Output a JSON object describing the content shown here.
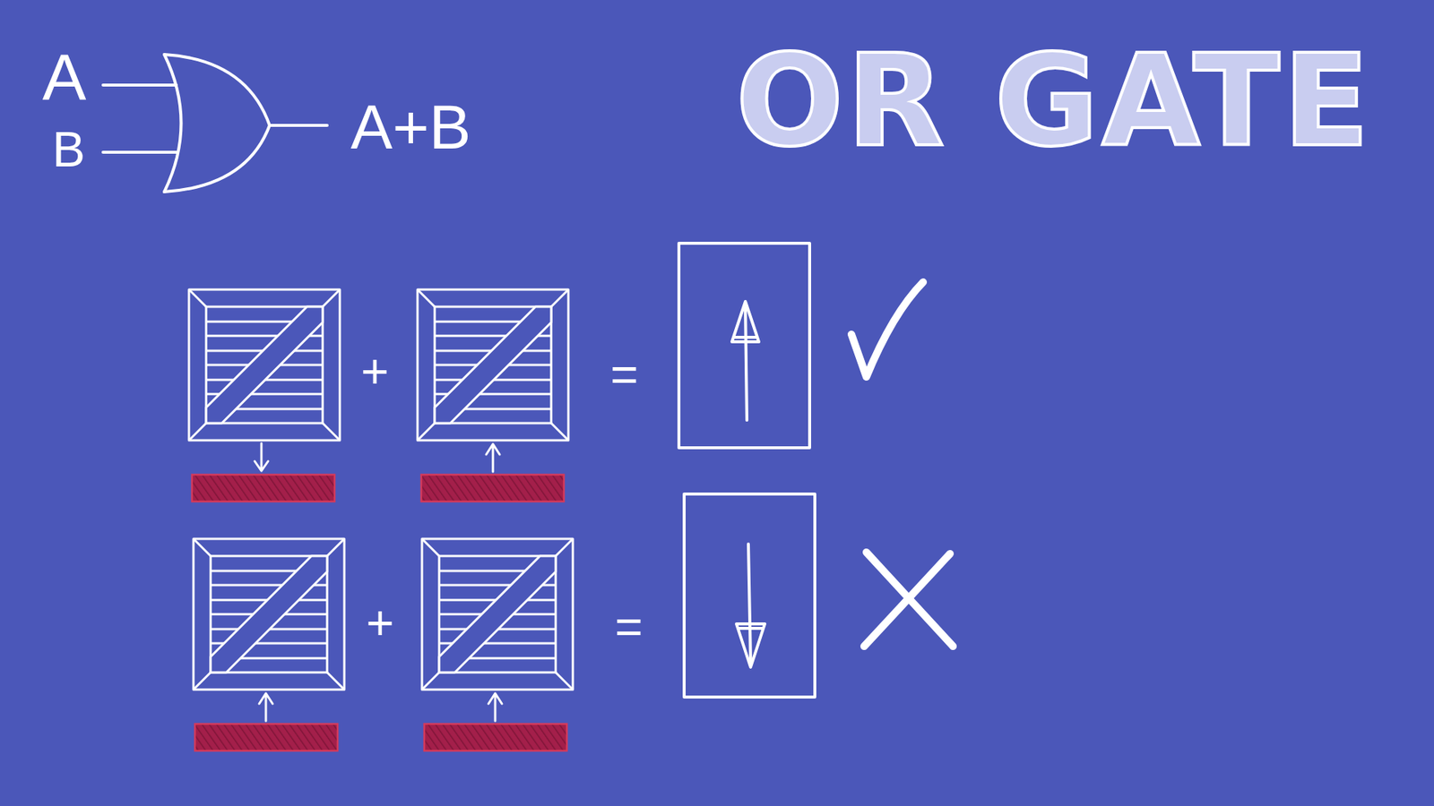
{
  "diagram": {
    "title": "OR GATE",
    "labels": [
      "A",
      "B",
      "A+B",
      "+",
      "=",
      "+",
      "="
    ]
  }
}
